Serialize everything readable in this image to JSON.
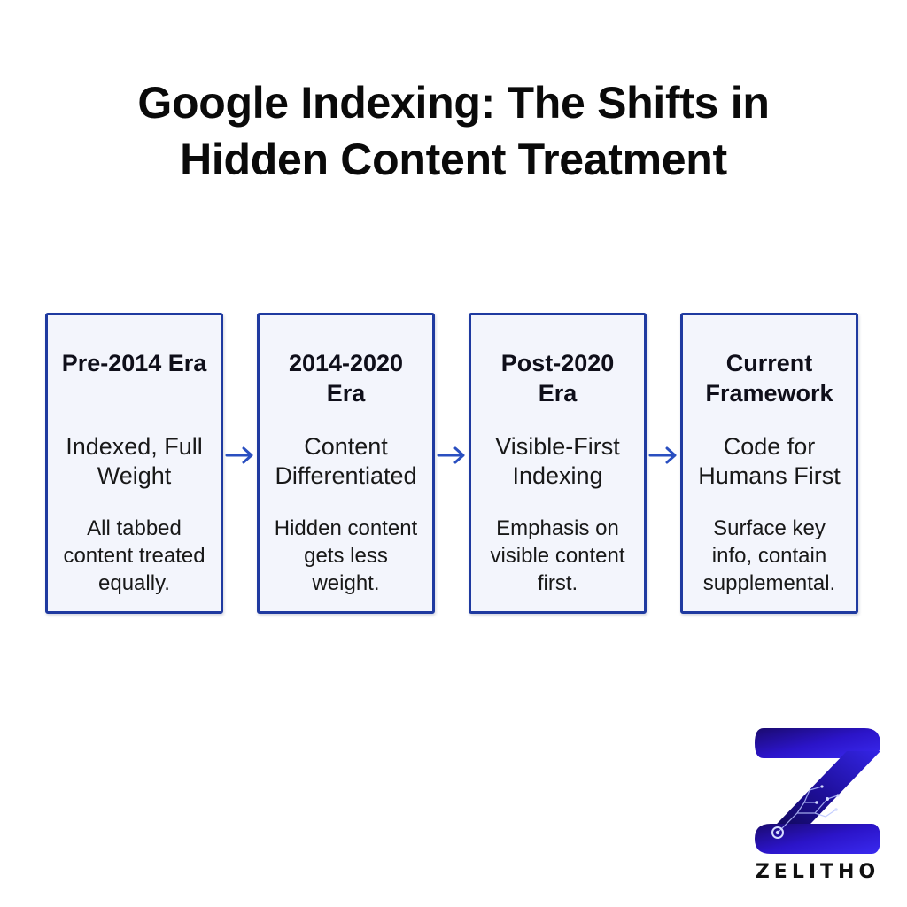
{
  "title": {
    "line1": "Google Indexing: The Shifts in",
    "line2": "Hidden Content Treatment"
  },
  "stages": [
    {
      "heading": [
        "Pre-2014 Era"
      ],
      "subtitle": [
        "Indexed, Full",
        "Weight"
      ],
      "body": [
        "All tabbed",
        "content treated",
        "equally."
      ]
    },
    {
      "heading": [
        "2014-2020",
        "Era"
      ],
      "subtitle": [
        "Content",
        "Differentiated"
      ],
      "body": [
        "Hidden content",
        "gets less",
        "weight."
      ]
    },
    {
      "heading": [
        "Post-2020",
        "Era"
      ],
      "subtitle": [
        "Visible-First",
        "Indexing"
      ],
      "body": [
        "Emphasis on",
        "visible content",
        "first."
      ]
    },
    {
      "heading": [
        "Current",
        "Framework"
      ],
      "subtitle": [
        "Code for",
        "Humans First"
      ],
      "body": [
        "Surface key",
        "info, contain",
        "supplemental."
      ]
    }
  ],
  "logo": {
    "wordmark": "ZELITHO",
    "icon": "z-circuit-logo-icon"
  },
  "colors": {
    "card_border": "#1f3aa0",
    "card_fill": "#f3f5fc",
    "arrow": "#2a4fc0",
    "logo_dark": "#1a0a6e",
    "logo_light": "#3a2af0"
  }
}
